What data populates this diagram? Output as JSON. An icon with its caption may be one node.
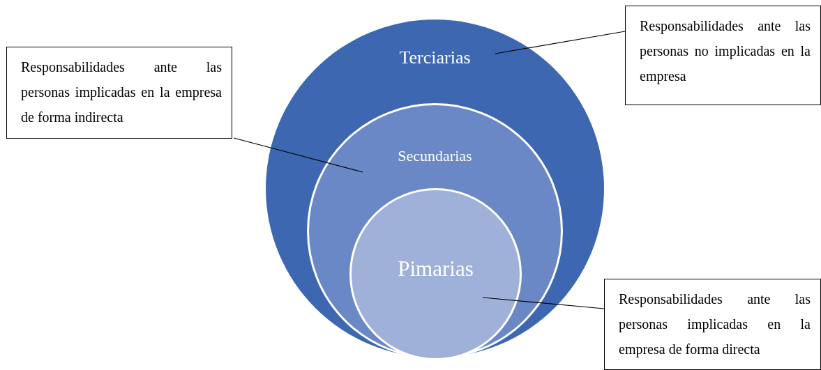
{
  "diagram": {
    "nodes": [
      {
        "text": [
          "Terciarias"
        ]
      },
      {
        "text": [
          "Secundarias"
        ],
        "in": 0
      },
      {
        "text": [
          "Pimarias"
        ],
        "in": 1
      },
      {
        "text": [
          "Responsabilidades ante las personas no implicadas en la empresa"
        ]
      },
      {
        "text": [
          "Responsabilidades ante las personas implicadas en la empresa de forma indirecta"
        ]
      },
      {
        "text": [
          "Responsabilidades ante las personas implicadas en la empresa de forma directa"
        ]
      }
    ],
    "edges": [
      {
        "from": 3,
        "to": 0,
        "arrow": "none"
      },
      {
        "from": 4,
        "to": 1,
        "arrow": "none"
      },
      {
        "from": 5,
        "to": 2,
        "arrow": "none"
      }
    ]
  }
}
